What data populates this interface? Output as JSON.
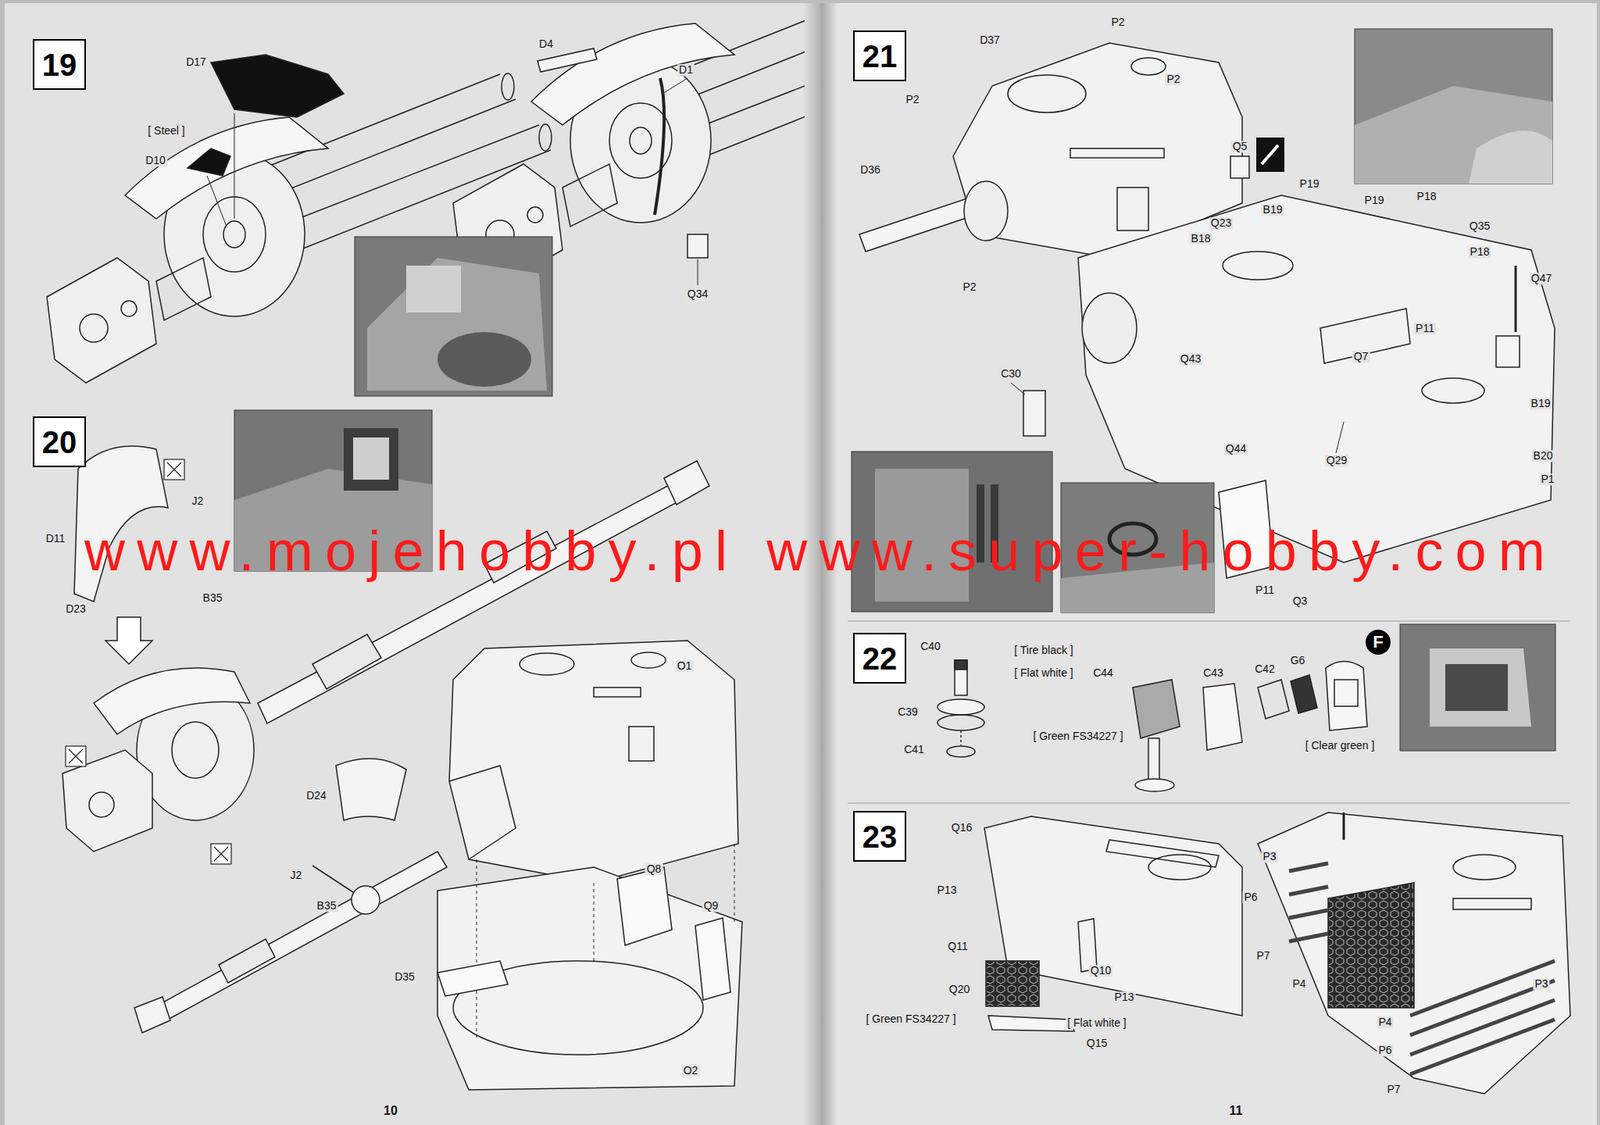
{
  "diagram": {
    "nodes": [
      {
        "text": [
          "19"
        ]
      },
      {
        "text": [
          "20"
        ]
      },
      {
        "text": [
          "21"
        ]
      },
      {
        "text": [
          "22"
        ]
      },
      {
        "text": [
          "23"
        ]
      },
      {
        "text": [
          "F"
        ]
      }
    ],
    "labels": [
      "D17",
      "[ Steel ]",
      "D10",
      "D4",
      "D1",
      "Q34",
      "D11",
      "J2",
      "D23",
      "B35",
      "O1",
      "D24",
      "J2",
      "B35",
      "Q8",
      "Q9",
      "D35",
      "O2",
      "P2",
      "D37",
      "P2",
      "P2",
      "D36",
      "P2",
      "Q5",
      "P19",
      "P19",
      "P18",
      "B19",
      "Q35",
      "Q23",
      "B18",
      "P18",
      "Q47",
      "P11",
      "Q7",
      "C30",
      "Q43",
      "B19",
      "Q44",
      "Q29",
      "B20",
      "P1",
      "P11",
      "Q3",
      "www.mojehobby.pl www.super-hobby.com",
      "C40",
      "[ Tire black ]",
      "[ Flat white ]",
      "C44",
      "C43",
      "C42",
      "G6",
      "C39",
      "[ Green FS34227 ]",
      "C41",
      "[ Clear green ]",
      "Q16",
      "P13",
      "Q11",
      "Q20",
      "Q10",
      "P13",
      "[ Green FS34227 ]",
      "[ Flat white ]",
      "Q15",
      "P3",
      "P6",
      "P7",
      "P4",
      "P3",
      "P4",
      "P6",
      "P7",
      "10",
      "11"
    ]
  }
}
